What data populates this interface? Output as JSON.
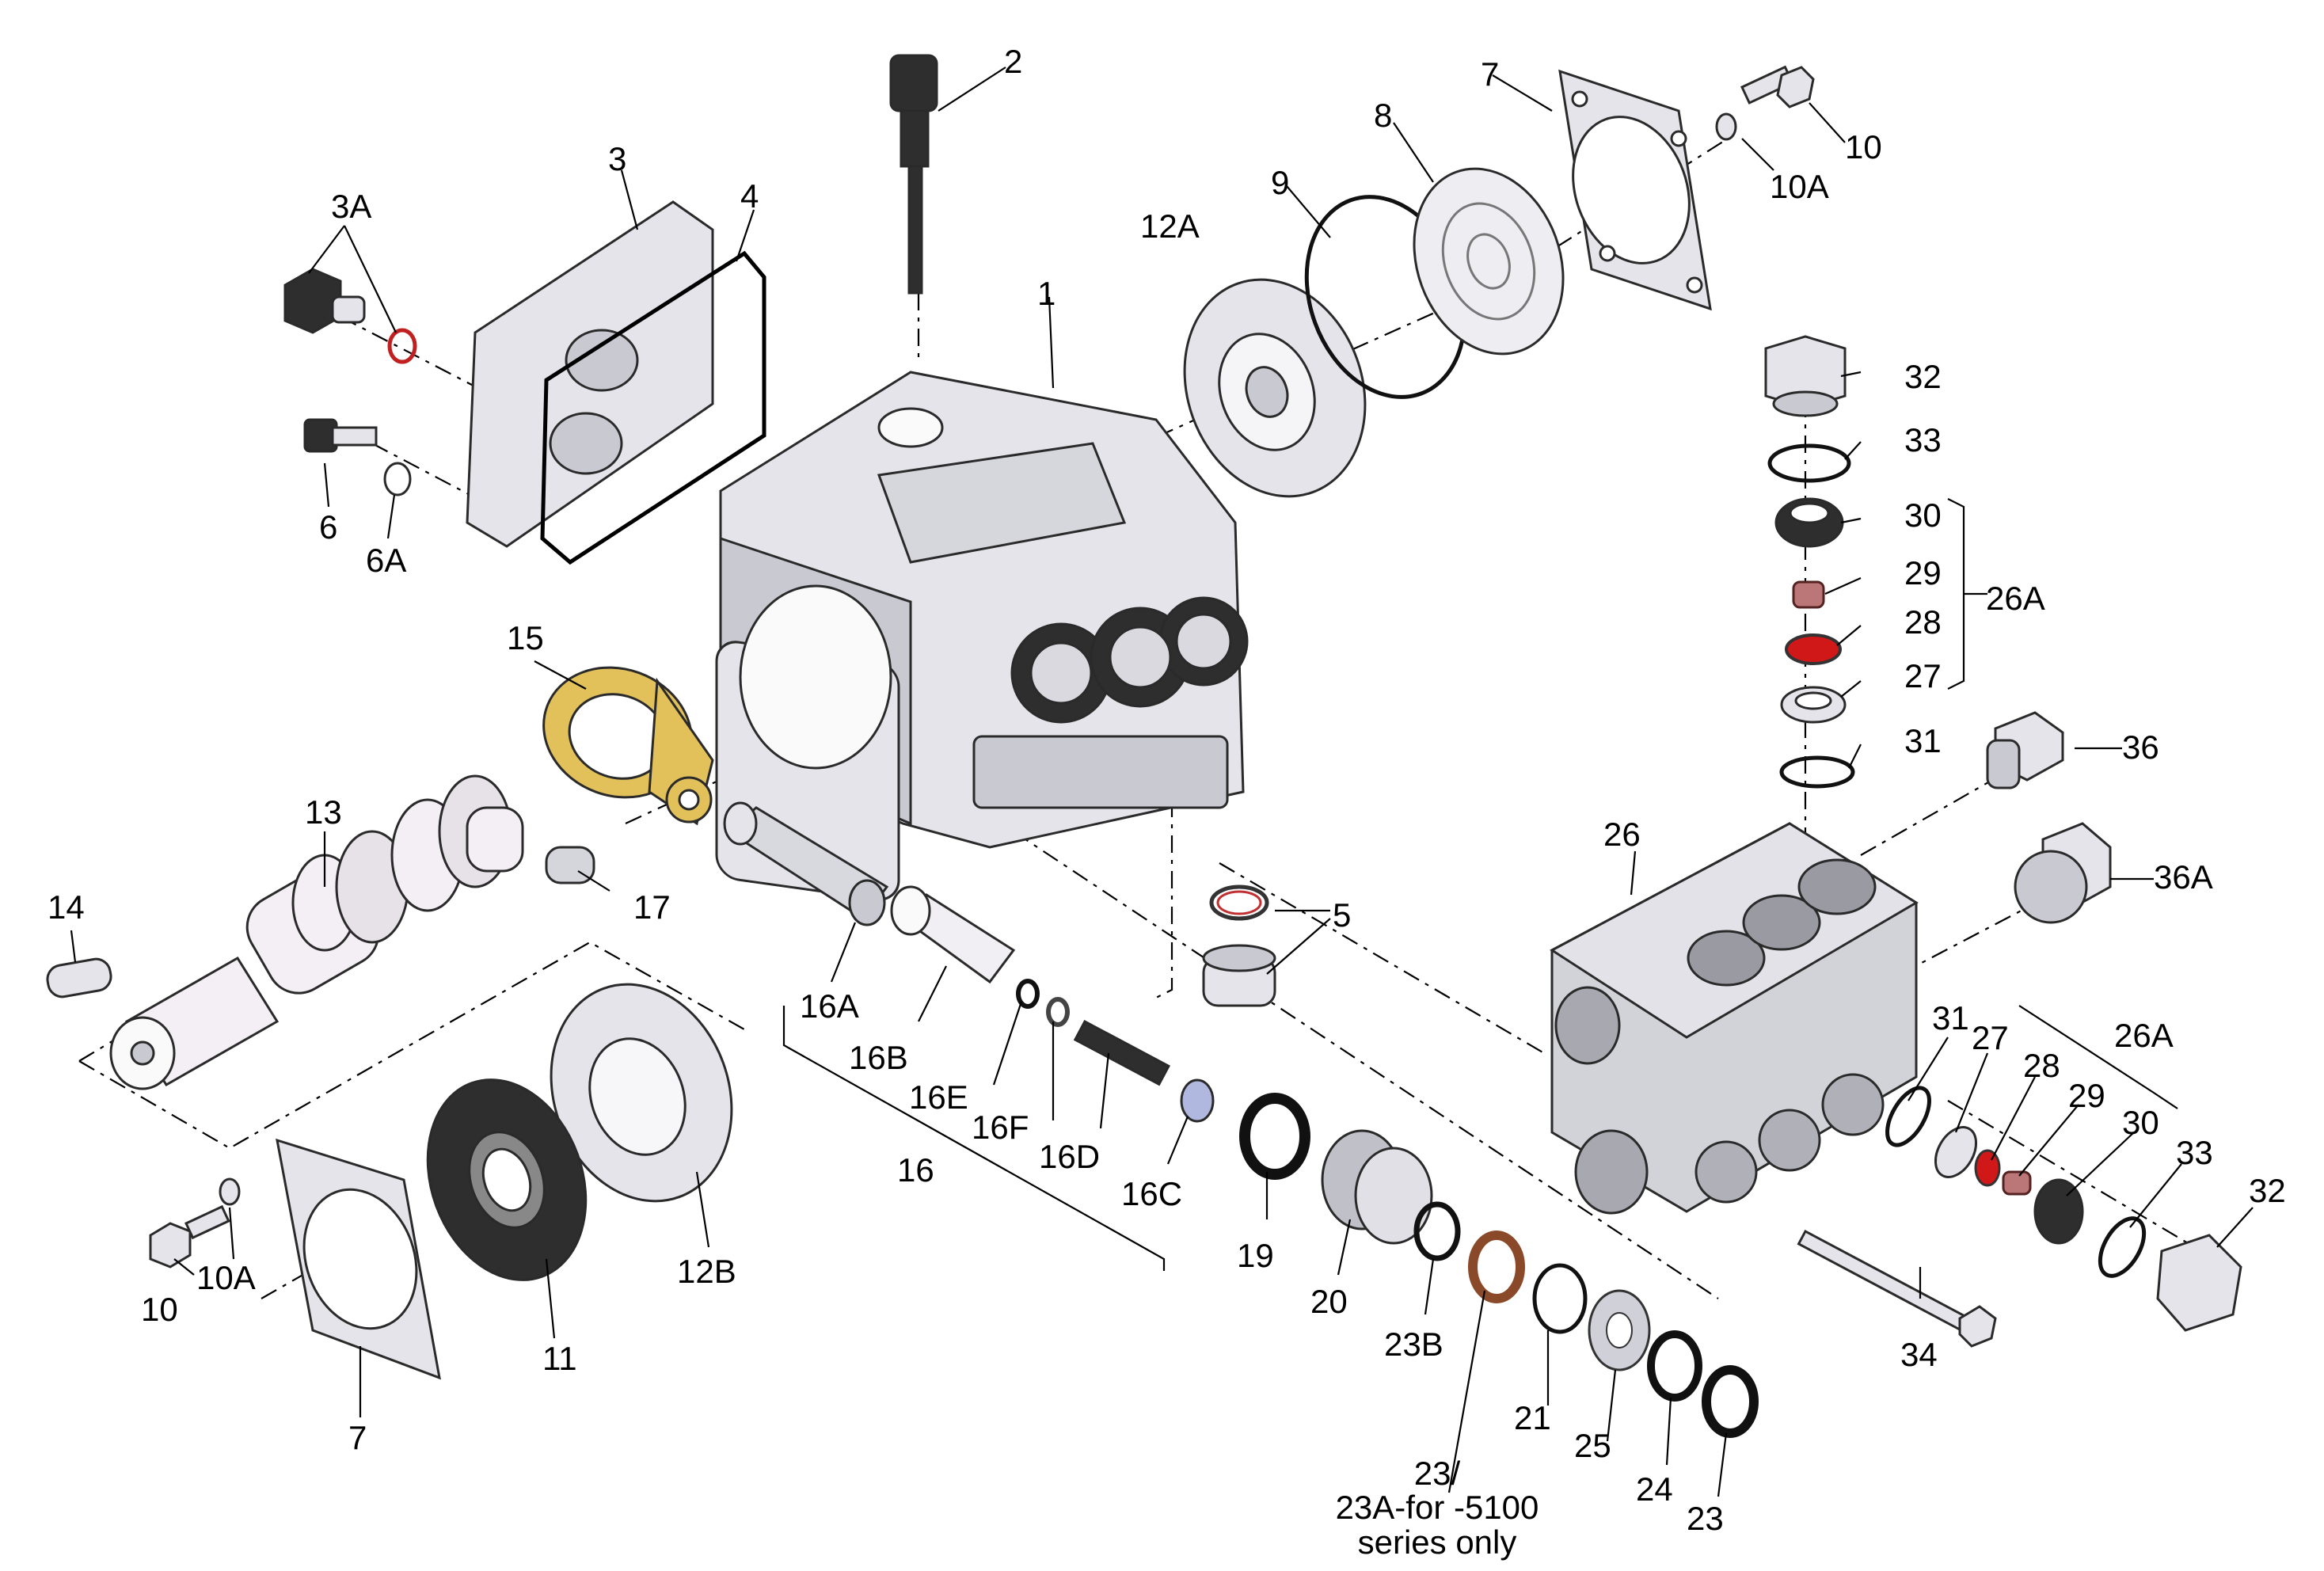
{
  "labels": {
    "l1": "1",
    "l2": "2",
    "l3": "3",
    "l3A": "3A",
    "l4": "4",
    "l5": "5",
    "l6": "6",
    "l6A": "6A",
    "l7a": "7",
    "l7b": "7",
    "l8": "8",
    "l9": "9",
    "l10a": "10",
    "l10b": "10",
    "l10Aa": "10A",
    "l10Ab": "10A",
    "l11": "11",
    "l12A": "12A",
    "l12B": "12B",
    "l13": "13",
    "l14": "14",
    "l15": "15",
    "l16": "16",
    "l16A": "16A",
    "l16B": "16B",
    "l16C": "16C",
    "l16D": "16D",
    "l16E": "16E",
    "l16F": "16F",
    "l17": "17",
    "l19": "19",
    "l20": "20",
    "l21": "21",
    "l23a": "23",
    "l23B": "23B",
    "l24": "24",
    "l25": "25",
    "l26": "26",
    "l26Aa": "26A",
    "l26Ab": "26A",
    "l27a": "27",
    "l27b": "27",
    "l28a": "28",
    "l28b": "28",
    "l29a": "29",
    "l29b": "29",
    "l30a": "30",
    "l30b": "30",
    "l31a": "31",
    "l31b": "31",
    "l32a": "32",
    "l32b": "32",
    "l33a": "33",
    "l33b": "33",
    "l34": "34",
    "l36": "36",
    "l36A": "36A"
  },
  "note": {
    "line1": "23/",
    "line2": "23A-for -5100",
    "line3": "series only"
  },
  "colors": {
    "metal": "#e4e4ea",
    "rubber": "#2e2e2e",
    "brass": "#e2c15a",
    "red_seal": "#d01818",
    "oring_copper": "#8a4a2a"
  }
}
